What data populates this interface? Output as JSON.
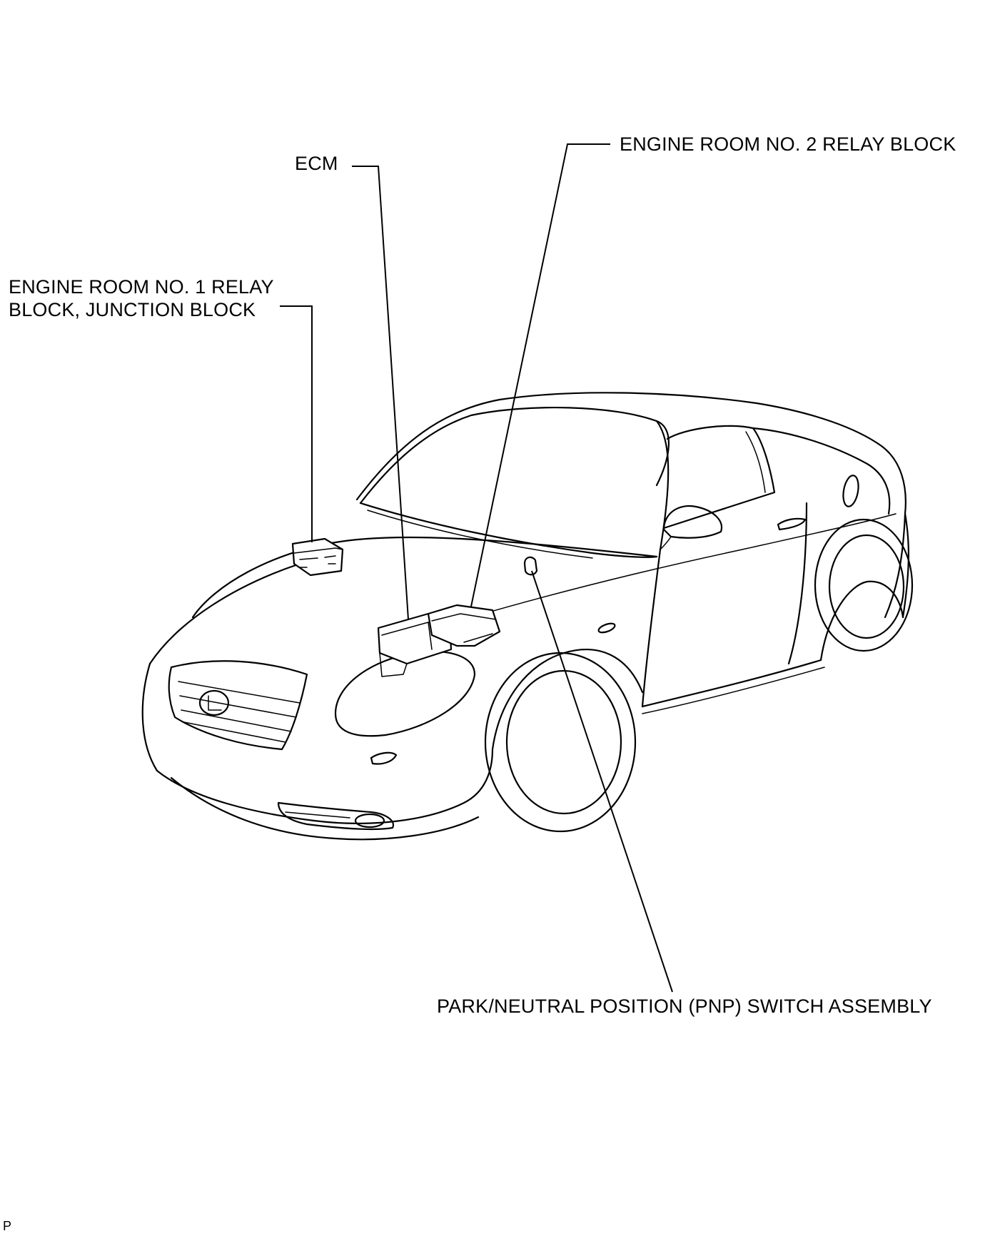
{
  "labels": {
    "ecm": "ECM",
    "relay_block_2": "ENGINE ROOM NO. 2 RELAY BLOCK",
    "relay_block_1_line1": "ENGINE ROOM NO. 1 RELAY",
    "relay_block_1_line2": "BLOCK, JUNCTION BLOCK",
    "pnp_switch": "PARK/NEUTRAL POSITION (PNP) SWITCH ASSEMBLY"
  },
  "corner_mark": "P",
  "colors": {
    "line": "#000000",
    "background": "#ffffff"
  }
}
